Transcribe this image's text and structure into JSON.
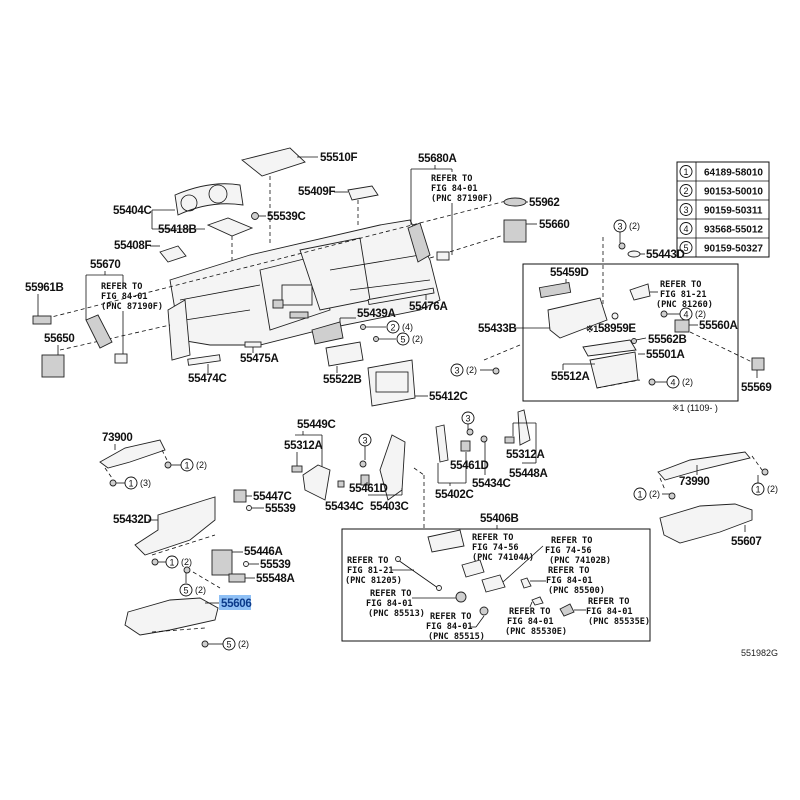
{
  "diagram": {
    "code": "551982G",
    "highlight_color": "#8fc0f5",
    "fastener_table": [
      {
        "num": "1",
        "part": "64189-58010"
      },
      {
        "num": "2",
        "part": "90153-50010"
      },
      {
        "num": "3",
        "part": "90159-50311"
      },
      {
        "num": "4",
        "part": "93568-55012"
      },
      {
        "num": "5",
        "part": "90159-50327"
      }
    ],
    "labels": {
      "p55510F": "55510F",
      "p55680A": "55680A",
      "p55409F": "55409F",
      "p55962": "55962",
      "p55660": "55660",
      "p55404C": "55404C",
      "p55539C": "55539C",
      "p55418B": "55418B",
      "p55408F": "55408F",
      "p55670": "55670",
      "p55961B": "55961B",
      "p55650": "55650",
      "p55474C": "55474C",
      "p55475A": "55475A",
      "p55476A": "55476A",
      "p55439A": "55439A",
      "p55522B": "55522B",
      "p55412C": "55412C",
      "p55443D": "55443D",
      "p55459D": "55459D",
      "p55433B": "55433B",
      "p58959E": "58959E",
      "p55560A": "55560A",
      "p55562B": "55562B",
      "p55501A": "55501A",
      "p55512A": "55512A",
      "p55569": "55569",
      "p73900": "73900",
      "p55432D": "55432D",
      "p55447C": "55447C",
      "p55539a": "55539",
      "p55446A": "55446A",
      "p55539b": "55539",
      "p55548A": "55548A",
      "p55606": "55606",
      "p55449C": "55449C",
      "p55312A_l": "55312A",
      "p55461D_l": "55461D",
      "p55434C_l": "55434C",
      "p55403C": "55403C",
      "p55461D_r": "55461D",
      "p55402C": "55402C",
      "p55434C_r": "55434C",
      "p55312A_r": "55312A",
      "p55448A": "55448A",
      "p55406B": "55406B",
      "p73990": "73990",
      "p55607": "55607"
    },
    "note_mark": "※1",
    "note_range": "※1 (1109-      )",
    "refs": {
      "r55670": [
        "REFER TO",
        "FIG 84-01",
        "(PNC 87190F)"
      ],
      "r55680A": [
        "REFER TO",
        "FIG 84-01",
        "(PNC 87190F)"
      ],
      "r81260": [
        "REFER TO",
        "FIG 81-21",
        "(PNC 81260)"
      ],
      "r74104A": [
        "REFER TO",
        "FIG 74-56",
        "(PNC 74104A)"
      ],
      "r74102B": [
        "REFER TO",
        "FIG 74-56",
        "(PNC 74102B)"
      ],
      "r81205": [
        "REFER TO",
        "FIG 81-21",
        "(PNC 81205)"
      ],
      "r85500": [
        "REFER TO",
        "FIG 84-01",
        "(PNC 85500)"
      ],
      "r85513": [
        "REFER TO",
        "FIG 84-01",
        "(PNC 85513)"
      ],
      "r85515": [
        "REFER TO",
        "FIG 84-01",
        "(PNC 85515)"
      ],
      "r85530E": [
        "REFER TO",
        "FIG 84-01",
        "(PNC 85530E)"
      ],
      "r85535E": [
        "REFER TO",
        "FIG 84-01",
        "(PNC 85535E)"
      ]
    },
    "callouts": {
      "c2_4": {
        "num": "2",
        "qty": "(4)"
      },
      "c5_2a": {
        "num": "5",
        "qty": "(2)"
      },
      "c3_2a": {
        "num": "3",
        "qty": "(2)"
      },
      "c3_2b": {
        "num": "3",
        "qty": "(2)"
      },
      "c4_2a": {
        "num": "4",
        "qty": "(2)"
      },
      "c4_2b": {
        "num": "4",
        "qty": "(2)"
      },
      "c1_2a": {
        "num": "1",
        "qty": "(2)"
      },
      "c1_3": {
        "num": "1",
        "qty": "(3)"
      },
      "c1_2b": {
        "num": "1",
        "qty": "(2)"
      },
      "c5_2b": {
        "num": "5",
        "qty": "(2)"
      },
      "c5_2c": {
        "num": "5",
        "qty": "(2)"
      },
      "c1_2c": {
        "num": "1",
        "qty": "(2)"
      },
      "c1_2d": {
        "num": "1",
        "qty": "(2)"
      },
      "c3_a": {
        "num": "3",
        "qty": ""
      },
      "c3_b": {
        "num": "3",
        "qty": ""
      }
    }
  }
}
